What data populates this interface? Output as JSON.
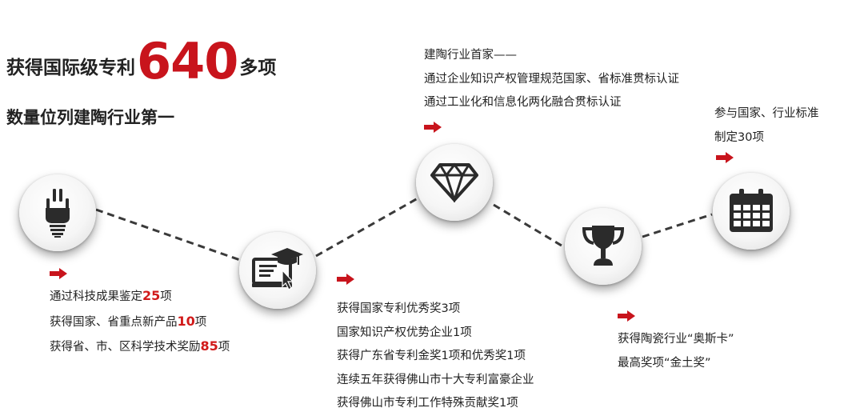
{
  "headline": {
    "prefix": "获得国际级专利",
    "number": "640",
    "suffix": "多项",
    "subtitle": "数量位列建陶行业第一"
  },
  "colors": {
    "accent": "#c8141c",
    "dark": "#222222"
  },
  "nodes": [
    {
      "icon": "light-bulb-icon",
      "lines": [
        {
          "pre": "通过科技成果鉴定",
          "num": "25",
          "post": "项"
        },
        {
          "pre": "获得国家、省重点新产品",
          "num": "10",
          "post": "项"
        },
        {
          "pre": "获得省、市、区科学技术奖励",
          "num": "85",
          "post": "项"
        }
      ]
    },
    {
      "icon": "graduation-monitor-icon",
      "lines": [
        "获得国家专利优秀奖3项",
        "国家知识产权优势企业1项",
        "获得广东省专利金奖1项和优秀奖1项",
        "连续五年获得佛山市十大专利富豪企业",
        "获得佛山市专利工作特殊贡献奖1项"
      ]
    },
    {
      "icon": "diamond-icon",
      "lines": [
        "建陶行业首家——",
        "通过企业知识产权管理规范国家、省标准贯标认证",
        "通过工业化和信息化两化融合贯标认证"
      ]
    },
    {
      "icon": "trophy-icon",
      "lines": [
        "获得陶瓷行业“奥斯卡”",
        "最高奖项“金土奖”"
      ]
    },
    {
      "icon": "calendar-icon",
      "lines": [
        "参与国家、行业标准",
        "制定30项"
      ]
    }
  ]
}
